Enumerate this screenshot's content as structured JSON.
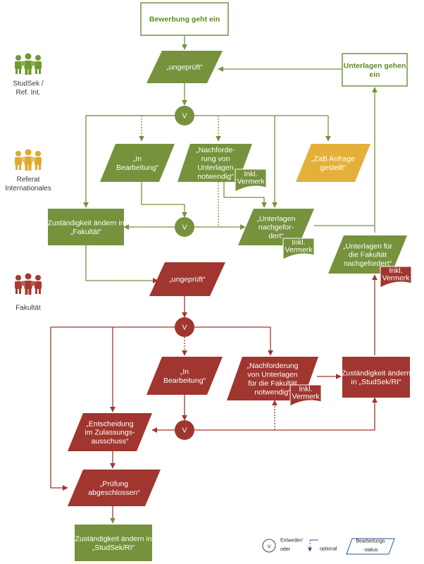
{
  "colors": {
    "green": "#76923c",
    "red": "#a0362f",
    "yellow": "#e3b13a",
    "green_text": "#5f8a22",
    "people_green": "#6f9a2f",
    "people_yellow": "#e0a92d",
    "people_red": "#a63a32"
  },
  "roles": {
    "studsek": [
      "StudSek /",
      "Ref. Int."
    ],
    "referat": [
      "Referat",
      "Internationales"
    ],
    "fakultaet": [
      "Fakultät"
    ]
  },
  "nodes": {
    "start": [
      "Bewerbung geht ein"
    ],
    "g_unchecked": [
      "„ungeprüft“"
    ],
    "docs_arrive": [
      "Unterlagen gehen",
      "ein"
    ],
    "g_or1": [
      "V"
    ],
    "g_inprogress": [
      "„In",
      "Bearbeitung“"
    ],
    "g_request": [
      "„Nachforde-",
      "rung von",
      "Unterlagen",
      "notwendig“"
    ],
    "g_request_note": [
      "Inkl.",
      "Vermerk"
    ],
    "y_zab": [
      "„ZaB Anfrage",
      "gestellt“"
    ],
    "g_change": [
      "Zuständigkeit ändern in",
      "„Fakultät“"
    ],
    "g_or2": [
      "V"
    ],
    "g_requested": [
      "„Unterlagen",
      "nachgefor-",
      "dert“"
    ],
    "g_requested_note": [
      "Inkl.",
      "Vermerk"
    ],
    "g_fac_requested": [
      "„Unterlagen für",
      "die Fakultät",
      "nachgefordert“"
    ],
    "g_fac_requested_note": [
      "Inkl.",
      "Vermerk"
    ],
    "r_unchecked": [
      "„ungeprüft“"
    ],
    "r_or1": [
      "V"
    ],
    "r_inprogress": [
      "„In",
      "Bearbeitung“"
    ],
    "r_request": [
      "„Nachforderung",
      "von Unterlagen",
      "für die Fakultät",
      "notwendig“"
    ],
    "r_request_note": [
      "Inkl.",
      "Vermerk"
    ],
    "r_change": [
      "Zuständigkeit ändern",
      "in „StudSek/RI“"
    ],
    "r_decision": [
      "„Entscheidung",
      "im Zulassungs-",
      "ausschuss“"
    ],
    "r_or2": [
      "V"
    ],
    "r_done": [
      "„Prüfung",
      "abgeschlossen“"
    ],
    "g_final": [
      "Zuständigkeit ändern in",
      "„StudSek/RI“"
    ]
  },
  "legend": {
    "or_symbol": [
      "V"
    ],
    "or_label": [
      "Entweder/",
      "oder"
    ],
    "optional_label": [
      "optional"
    ],
    "status_label": [
      "Bearbeitungs",
      "-status"
    ]
  }
}
